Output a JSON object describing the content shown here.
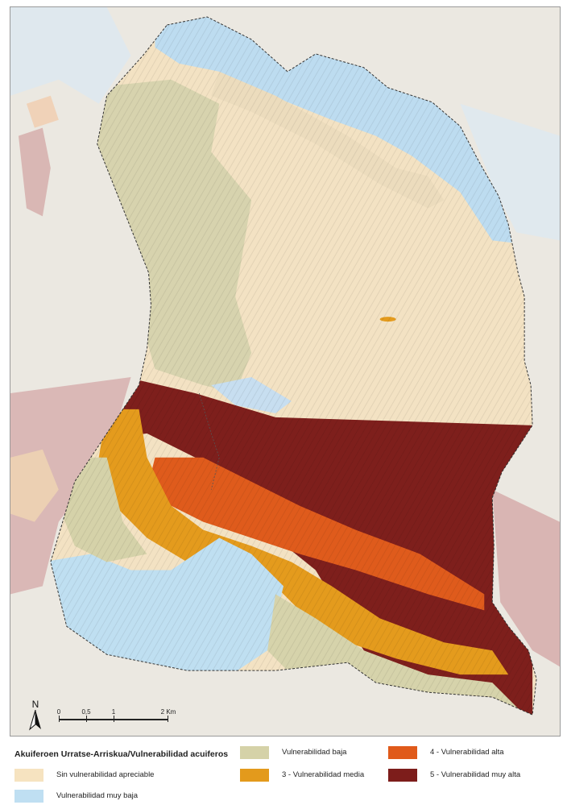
{
  "north_label": "N",
  "scale": {
    "labels": [
      "0",
      "0,5",
      "1",
      "2 Km"
    ]
  },
  "legend": {
    "title": "Akuiferoen Urratse-Arriskua/Vulnerabilidad acuiferos",
    "items": [
      {
        "label": "Sin vulnerabilidad apreciable",
        "color": "#f6e3c0"
      },
      {
        "label": "Vulnerabilidad muy baja",
        "color": "#bfdff2"
      },
      {
        "label": "Vulnerabilidad baja",
        "color": "#d5d2a8"
      },
      {
        "label": "3 - Vulnerabilidad media",
        "color": "#e39a1c"
      },
      {
        "label": "4 - Vulnerabilidad alta",
        "color": "#e05a1a"
      },
      {
        "label": "5 - Vulnerabilidad muy alta",
        "color": "#7d1d1b"
      }
    ]
  },
  "colors": {
    "background": "#e9e6df",
    "surrounding_red": "#d8b4b2"
  }
}
